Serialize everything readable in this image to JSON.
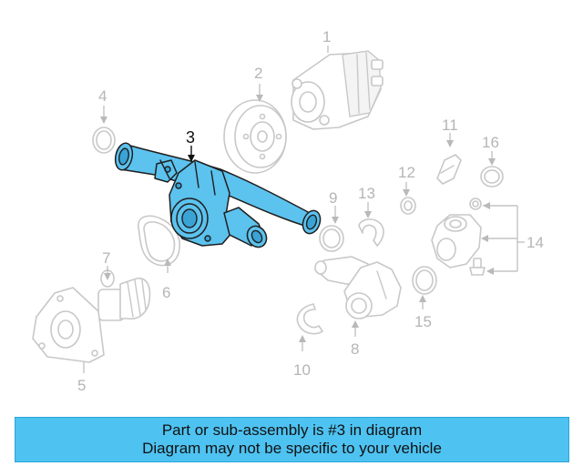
{
  "diagram": {
    "highlight_color": "#5cc2ee",
    "callouts": {
      "c1": "1",
      "c2": "2",
      "c3": "3",
      "c4": "4",
      "c5": "5",
      "c6": "6",
      "c7": "7",
      "c8": "8",
      "c9": "9",
      "c10": "10",
      "c11": "11",
      "c12": "12",
      "c13": "13",
      "c14": "14",
      "c15": "15",
      "c16": "16"
    }
  },
  "banner": {
    "line1": "Part or sub-assembly is #3 in diagram",
    "line2": "Diagram may not be specific to your vehicle",
    "background": "#4ec3f2"
  }
}
